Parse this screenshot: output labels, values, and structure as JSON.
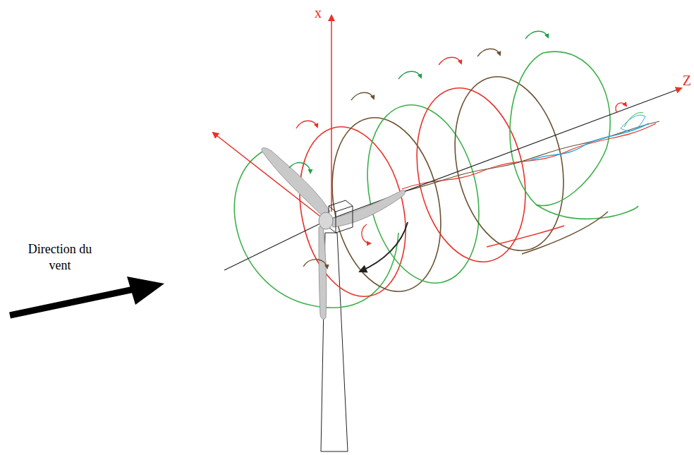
{
  "diagram": {
    "labels": [
      "x",
      "Z",
      "Direction du vent"
    ]
  }
}
